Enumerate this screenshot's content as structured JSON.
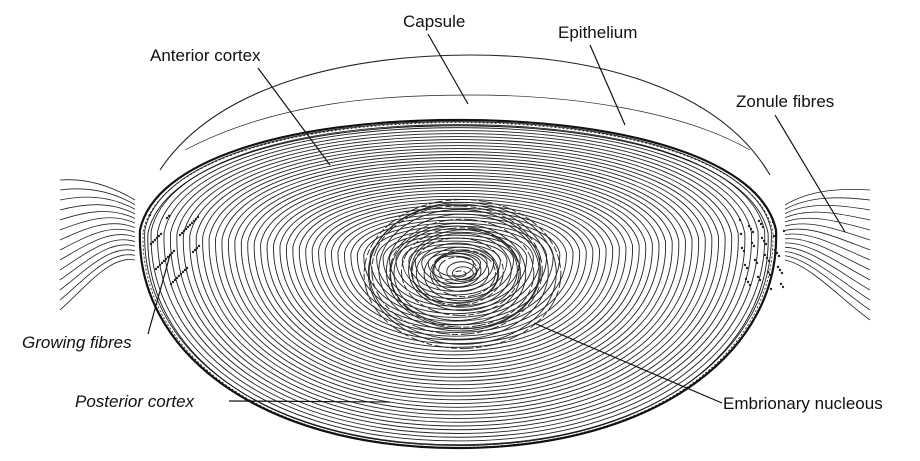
{
  "labels": {
    "capsule": "Capsule",
    "epithelium": "Epithelium",
    "anterior_cortex": "Anterior cortex",
    "zonule_fibres": "Zonule fibres",
    "growing_fibres": "Growing fibres",
    "posterior_cortex": "Posterior cortex",
    "embrionary_nucleous": "Embrionary nucleous"
  },
  "colors": {
    "ink": "#111111",
    "background": "#ffffff"
  }
}
